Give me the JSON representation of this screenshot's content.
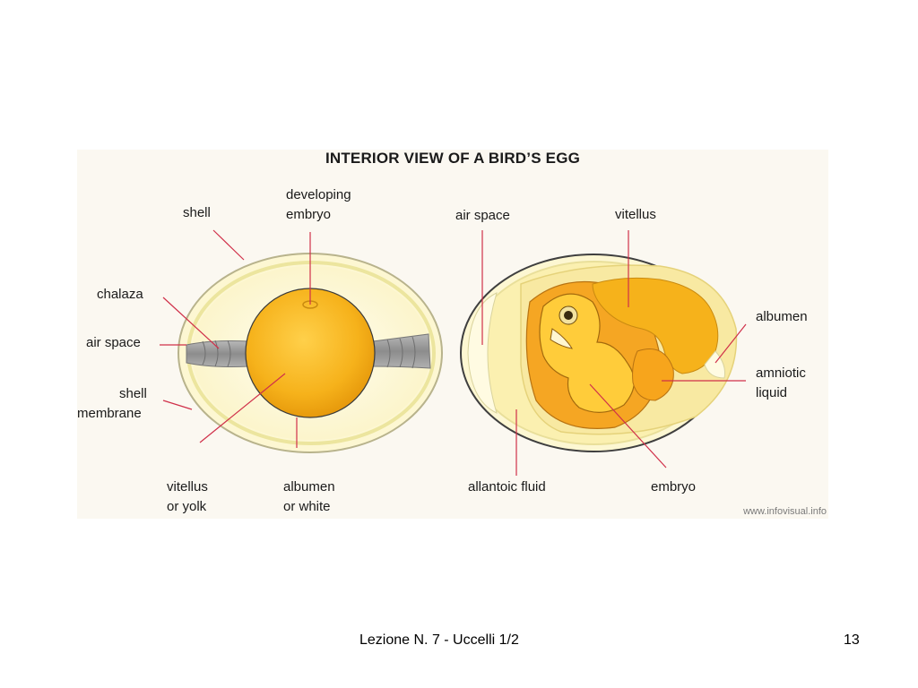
{
  "figure": {
    "title": "INTERIOR VIEW OF A BIRD’S EGG",
    "credit": "www.infovisual.info",
    "left_egg_labels": {
      "shell": "shell",
      "developing_embryo_1": "developing",
      "developing_embryo_2": "embryo",
      "chalaza": "chalaza",
      "air_space": "air space",
      "shell_membrane_1": "shell",
      "shell_membrane_2": "membrane",
      "vitellus_yolk_1": "vitellus",
      "vitellus_yolk_2": "or yolk",
      "albumen_white_1": "albumen",
      "albumen_white_2": "or white"
    },
    "right_egg_labels": {
      "air_space": "air space",
      "vitellus": "vitellus",
      "albumen": "albumen",
      "amniotic_liquid_1": "amniotic",
      "amniotic_liquid_2": "liquid",
      "allantoic_fluid": "allantoic fluid",
      "embryo": "embryo"
    },
    "colors": {
      "shell_fill": "#fdf7d2",
      "shell_stroke": "#c8c39a",
      "yolk": "#f6b21b",
      "pointer": "#d0304a",
      "chalaza": "#9a9a9a"
    }
  },
  "footer": {
    "text": "Lezione N. 7 - Uccelli 1/2",
    "page_number": "13"
  }
}
